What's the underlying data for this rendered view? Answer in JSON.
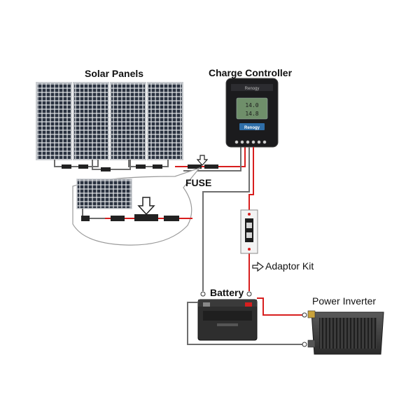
{
  "labels": {
    "solar_panels": "Solar Panels",
    "charge_controller": "Charge Controller",
    "fuse": "FUSE",
    "adaptor_kit": "Adaptor Kit",
    "battery": "Battery",
    "power_inverter": "Power Inverter"
  },
  "controller": {
    "brand": "Renogy",
    "display_line1": "14.0",
    "display_line2": "14.8"
  },
  "colors": {
    "positive_wire": "#d81e1e",
    "negative_wire": "#6e6e6e",
    "panel_cell": "#2a3240",
    "panel_frame": "#c9ccd0",
    "controller_body": "#1b1b1d",
    "battery_body": "#2e2e2e",
    "inverter_body": "#3a3a3a"
  },
  "icons": [
    "fuse-arrow-icon",
    "adaptor-arrow-icon"
  ]
}
